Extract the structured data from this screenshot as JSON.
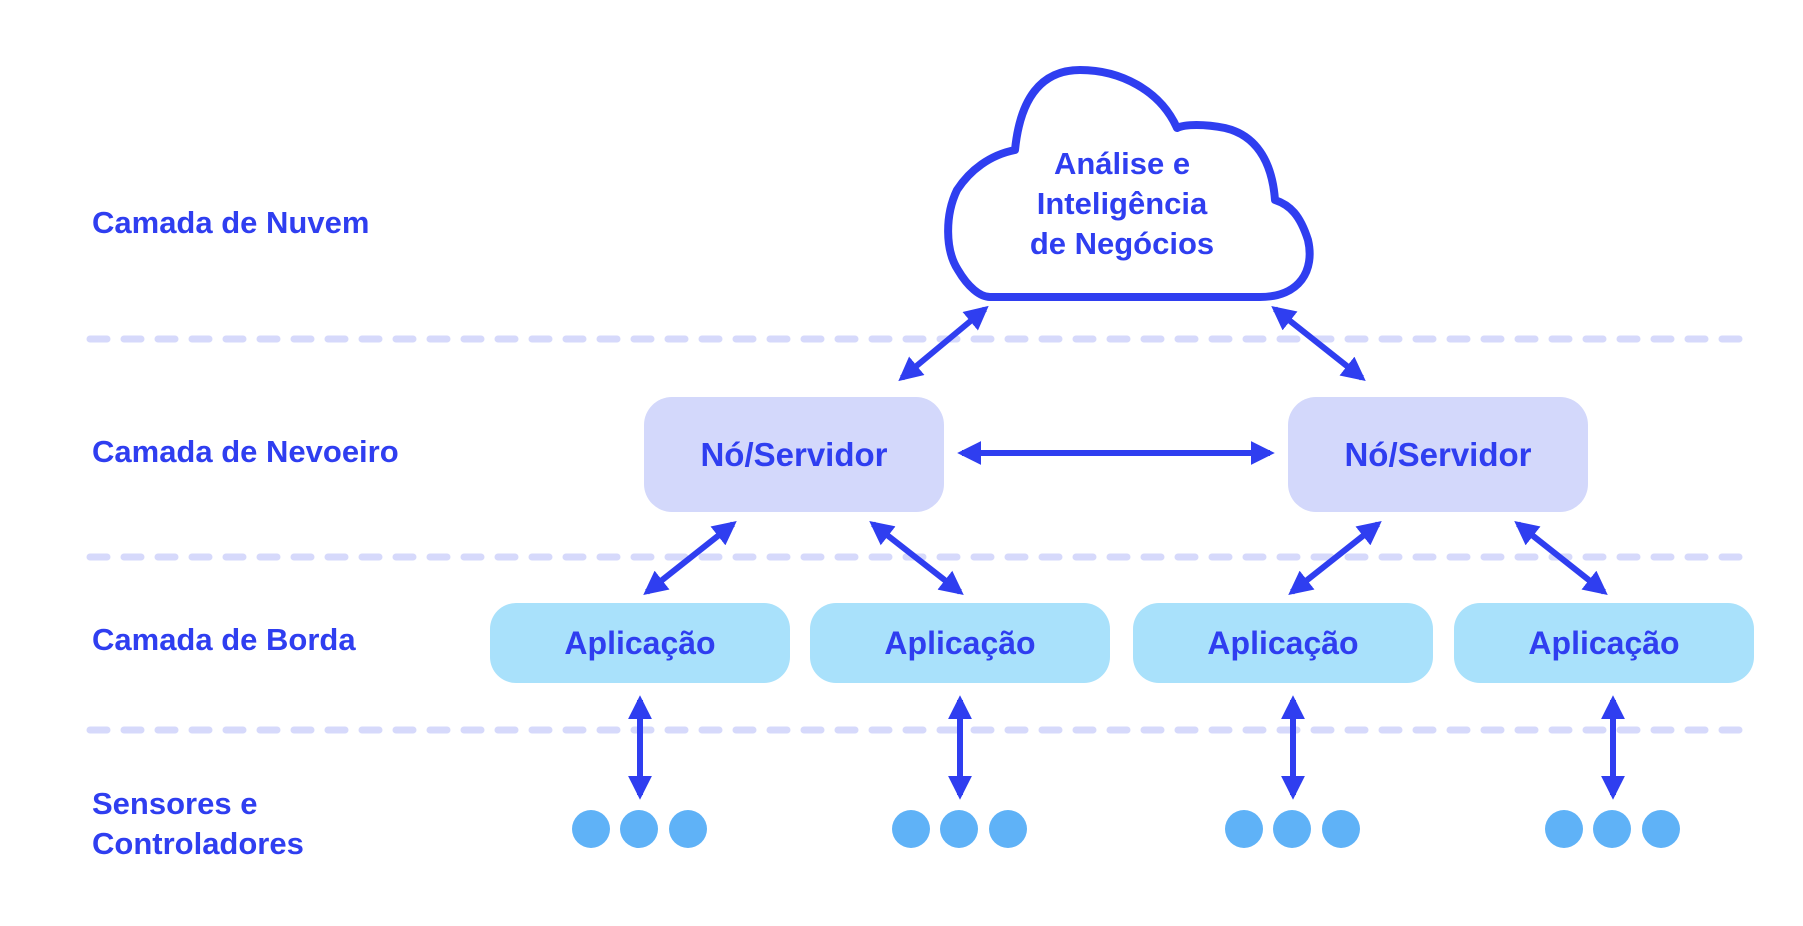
{
  "layers": {
    "cloud": "Camada de Nuvem",
    "fog": "Camada de Nevoeiro",
    "edge": "Camada de Borda",
    "sensors": [
      "Sensores e",
      "Controladores"
    ]
  },
  "cloud": {
    "lines": [
      "Análise e",
      "Inteligência",
      "de Negócios"
    ]
  },
  "fog_nodes": [
    {
      "label": "Nó/Servidor"
    },
    {
      "label": "Nó/Servidor"
    }
  ],
  "edge_apps": [
    {
      "label": "Aplicação"
    },
    {
      "label": "Aplicação"
    },
    {
      "label": "Aplicação"
    },
    {
      "label": "Aplicação"
    }
  ],
  "sensor_groups": [
    {
      "dots": 3
    },
    {
      "dots": 3
    },
    {
      "dots": 3
    },
    {
      "dots": 3
    }
  ],
  "colors": {
    "primary": "#2f3ef0",
    "fog_node_fill": "#d3d8fb",
    "edge_app_fill": "#a9e1fb",
    "sensor_dot": "#5fb2f7",
    "divider": "#d6d9fb"
  }
}
